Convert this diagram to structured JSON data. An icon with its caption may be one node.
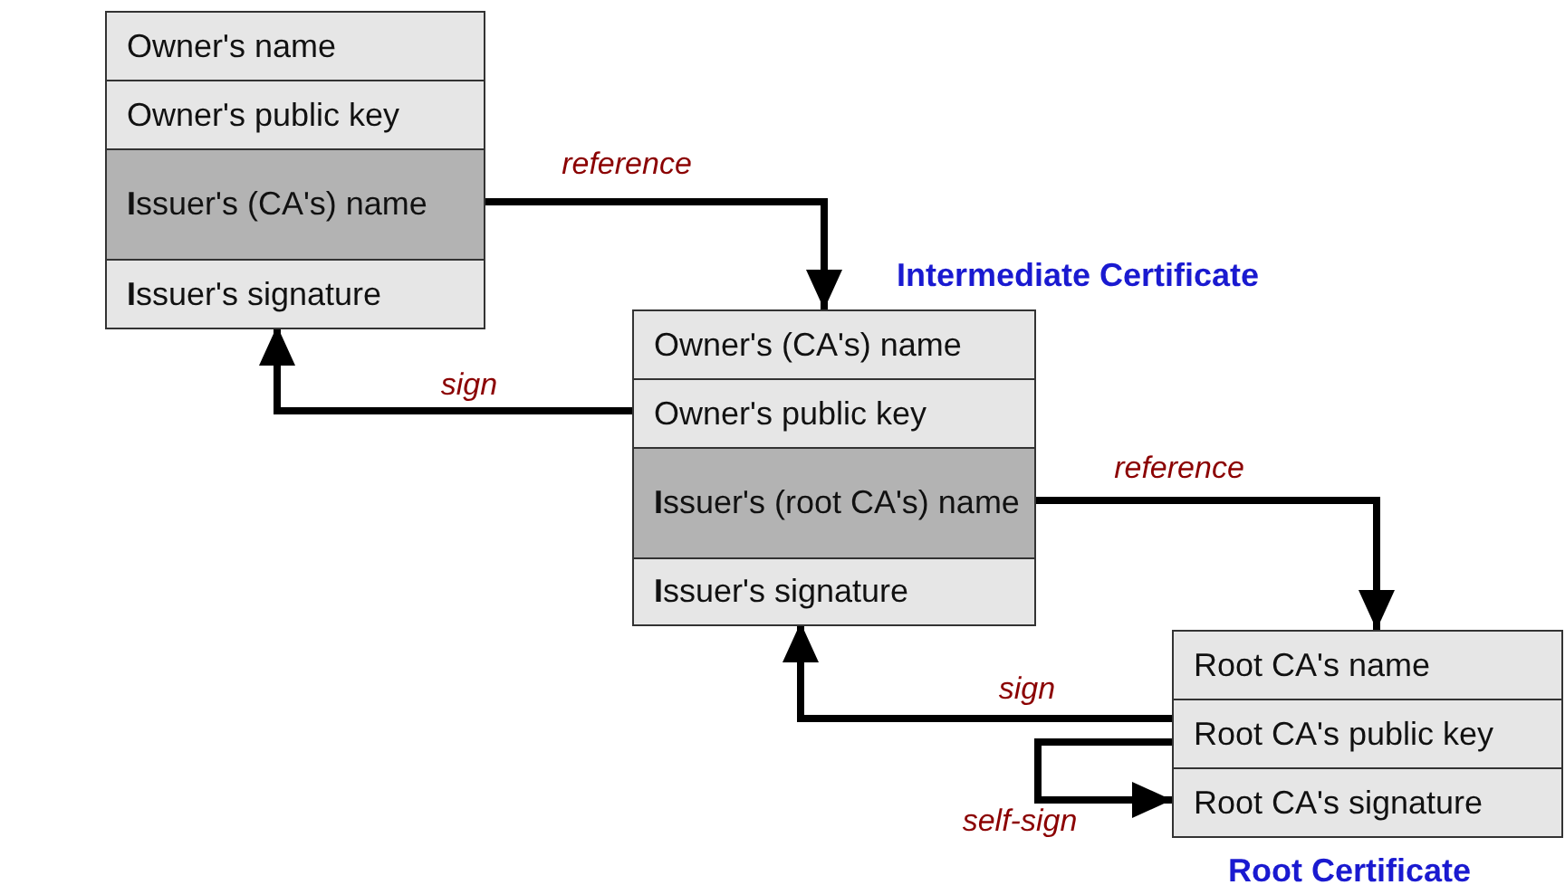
{
  "diagram": {
    "nodes": [
      {
        "text": [],
        "shape": "box"
      },
      {
        "text": [
          "Owner's name"
        ],
        "in": 0
      },
      {
        "text": [
          "Owner's public key"
        ],
        "in": 0
      },
      {
        "text": [
          "**I**ssuer's (CA's) name"
        ],
        "in": 0
      },
      {
        "text": [
          "**I**ssuer's signature"
        ],
        "in": 0
      },
      {
        "text": [
          "Intermediate Certificate"
        ]
      },
      {
        "text": [
          "Owner's (CA's) name"
        ],
        "in": 5
      },
      {
        "text": [
          "Owner's public key"
        ],
        "in": 5
      },
      {
        "text": [
          "**I**ssuer's (root CA's) name"
        ],
        "in": 5
      },
      {
        "text": [
          "**I**ssuer's signature"
        ],
        "in": 5
      },
      {
        "text": [
          "Root Certificate"
        ]
      },
      {
        "text": [
          "Root CA's name"
        ],
        "in": 10
      },
      {
        "text": [
          "Root CA's public key"
        ],
        "in": 10
      },
      {
        "text": [
          "Root CA's signature"
        ],
        "in": 10
      }
    ],
    "edges": [
      {
        "from": 3,
        "to": 5,
        "arrow": "to",
        "label": "reference"
      },
      {
        "from": 7,
        "to": 4,
        "arrow": "to",
        "label": "sign"
      },
      {
        "from": 8,
        "to": 10,
        "arrow": "to",
        "label": "reference"
      },
      {
        "from": 12,
        "to": 9,
        "arrow": "to",
        "label": "sign"
      },
      {
        "from": 12,
        "to": 13,
        "arrow": "to",
        "label": "self-sign"
      }
    ]
  }
}
